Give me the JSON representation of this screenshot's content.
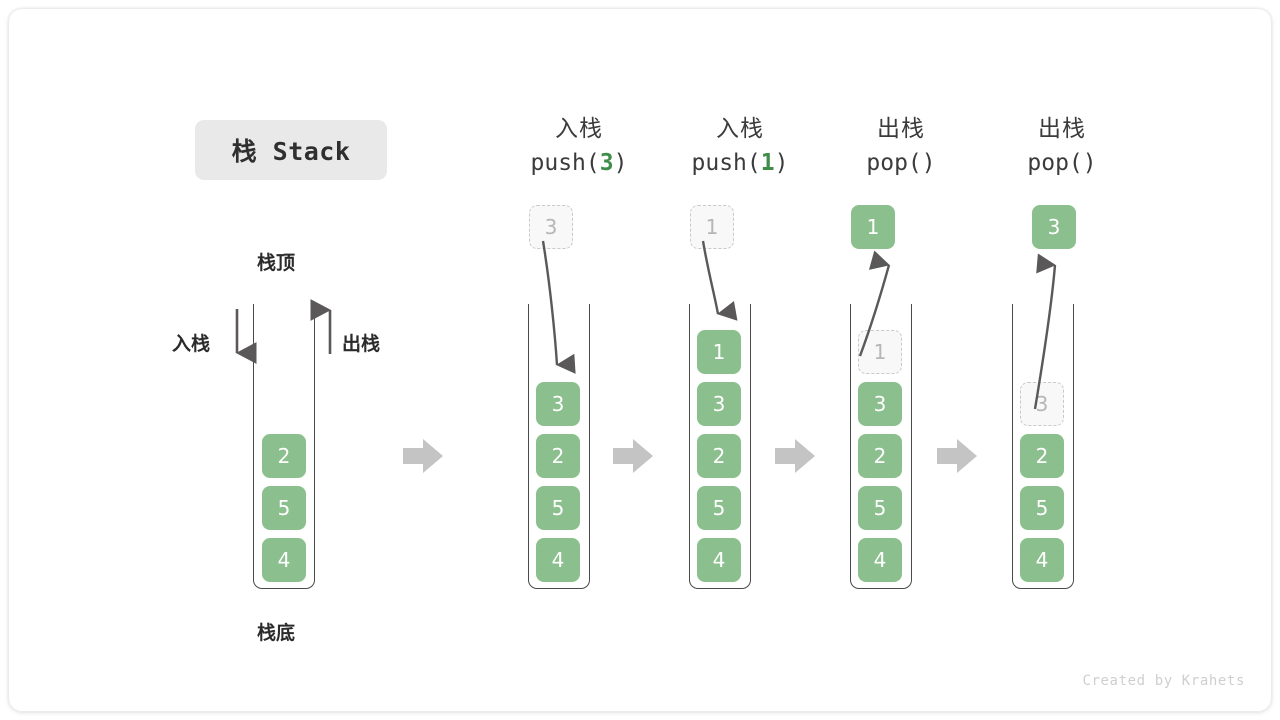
{
  "title": {
    "text": "栈 Stack"
  },
  "labels": {
    "top": "栈顶",
    "bottom": "栈底",
    "push": "入栈",
    "pop": "出栈"
  },
  "colors": {
    "element": "#8bbf8d",
    "ghost_fill": "#f8f8f8",
    "ghost_border": "#c9c9c9",
    "accent_code": "#3e8e49",
    "container_stroke": "#4a4a4a",
    "step_arrow": "#c4c4c4",
    "title_chip_bg": "#e9e9e9",
    "watermark": "#cfcfcf"
  },
  "watermark": "Created by Krahets",
  "columns": [
    {
      "id": "initial",
      "header_cn": "",
      "header_code": "",
      "header_arg": "",
      "stack": [
        "2",
        "5",
        "4"
      ],
      "float_value": "",
      "ghost_value": ""
    },
    {
      "id": "push-3",
      "header_cn": "入栈",
      "header_code_prefix": "push(",
      "header_arg": "3",
      "header_code_suffix": ")",
      "stack": [
        "3",
        "2",
        "5",
        "4"
      ],
      "float_value": "3",
      "float_kind": "ghost",
      "direction": "in"
    },
    {
      "id": "push-1",
      "header_cn": "入栈",
      "header_code_prefix": "push(",
      "header_arg": "1",
      "header_code_suffix": ")",
      "stack": [
        "1",
        "3",
        "2",
        "5",
        "4"
      ],
      "float_value": "1",
      "float_kind": "ghost",
      "direction": "in"
    },
    {
      "id": "pop-1",
      "header_cn": "出栈",
      "header_code_prefix": "pop(",
      "header_arg": "",
      "header_code_suffix": ")",
      "stack": [
        "3",
        "2",
        "5",
        "4"
      ],
      "ghost_top": "1",
      "float_value": "1",
      "float_kind": "solid",
      "direction": "out"
    },
    {
      "id": "pop-2",
      "header_cn": "出栈",
      "header_code_prefix": "pop(",
      "header_arg": "",
      "header_code_suffix": ")",
      "stack": [
        "2",
        "5",
        "4"
      ],
      "ghost_top": "3",
      "float_value": "3",
      "float_kind": "solid",
      "direction": "out"
    }
  ]
}
